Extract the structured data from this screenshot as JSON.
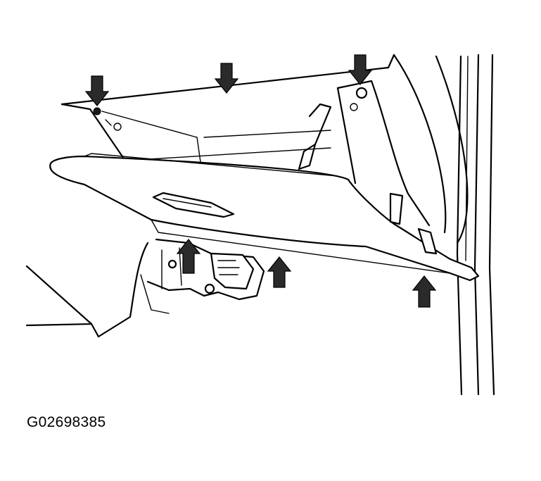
{
  "figure": {
    "id_label": "G02698385"
  },
  "colors": {
    "line": "#000000",
    "background": "#ffffff",
    "arrow_fill": "#2a2a2a"
  },
  "arrows": [
    {
      "name": "arrow-top-left-screw",
      "direction": "down"
    },
    {
      "name": "arrow-top-center",
      "direction": "down"
    },
    {
      "name": "arrow-top-right-screw",
      "direction": "down"
    },
    {
      "name": "arrow-bottom-left",
      "direction": "up"
    },
    {
      "name": "arrow-bottom-center",
      "direction": "up"
    },
    {
      "name": "arrow-bottom-right",
      "direction": "up"
    }
  ]
}
